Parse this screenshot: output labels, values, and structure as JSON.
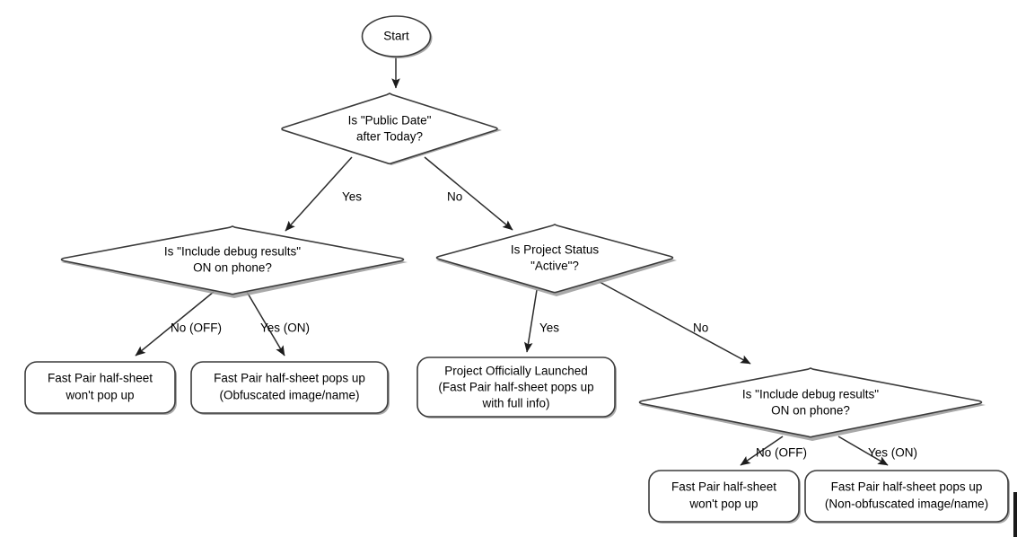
{
  "diagram": {
    "title": "Fast Pair Half-Sheet Decision Flowchart",
    "type": "flowchart",
    "background_color": "#ffffff",
    "stroke_color": "#3b3b3b",
    "text_color": "#000000"
  },
  "nodes": {
    "start": {
      "shape": "ellipse",
      "label": "Start"
    },
    "decision_public_date": {
      "shape": "diamond",
      "line1": "Is \"Public Date\"",
      "line2": "after Today?"
    },
    "decision_debug_left": {
      "shape": "diamond",
      "line1": "Is \"Include debug results\"",
      "line2": "ON on phone?"
    },
    "decision_project_status": {
      "shape": "diamond",
      "line1": "Is Project Status",
      "line2": "\"Active\"?"
    },
    "decision_debug_right": {
      "shape": "diamond",
      "line1": "Is \"Include debug results\"",
      "line2": "ON on phone?"
    },
    "result_left_no": {
      "shape": "rounded-rect",
      "line1": "Fast Pair half-sheet",
      "line2": "won't pop up"
    },
    "result_left_yes": {
      "shape": "rounded-rect",
      "line1": "Fast Pair half-sheet pops up",
      "line2": "(Obfuscated image/name)"
    },
    "result_launched": {
      "shape": "rounded-rect",
      "line1": "Project Officially Launched",
      "line2": "(Fast Pair half-sheet pops up",
      "line3": "with full info)"
    },
    "result_right_no": {
      "shape": "rounded-rect",
      "line1": "Fast Pair half-sheet",
      "line2": "won't pop up"
    },
    "result_right_yes": {
      "shape": "rounded-rect",
      "line1": "Fast Pair half-sheet pops up",
      "line2": "(Non-obfuscated image/name)"
    }
  },
  "edge_labels": {
    "public_date_yes": "Yes",
    "public_date_no": "No",
    "debug_left_no": "No (OFF)",
    "debug_left_yes": "Yes (ON)",
    "project_status_yes": "Yes",
    "project_status_no": "No",
    "debug_right_no": "No (OFF)",
    "debug_right_yes": "Yes (ON)"
  }
}
